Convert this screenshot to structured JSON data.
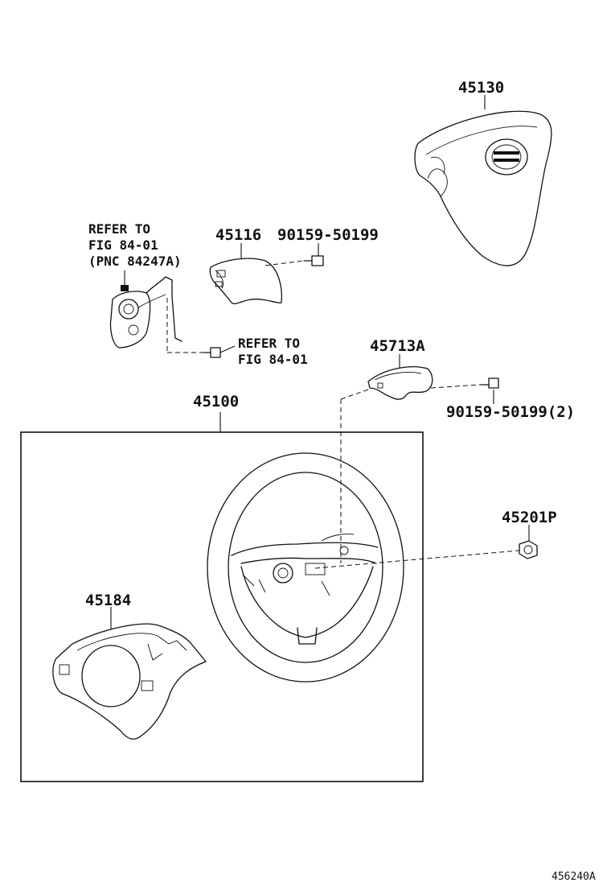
{
  "labels": {
    "p45130": "45130",
    "p45116": "45116",
    "p90159a": "90159-50199",
    "refer1_l1": "REFER TO",
    "refer1_l2": "FIG 84-01",
    "refer1_l3": "(PNC 84247A)",
    "refer2_l1": "REFER TO",
    "refer2_l2": "FIG 84-01",
    "p45713A": "45713A",
    "p90159b": "90159-50199(2)",
    "p45100": "45100",
    "p45201P": "45201P",
    "p45184": "45184",
    "figure_code": "456240A"
  },
  "colors": {
    "ink": "#111111",
    "paper": "#ffffff"
  }
}
